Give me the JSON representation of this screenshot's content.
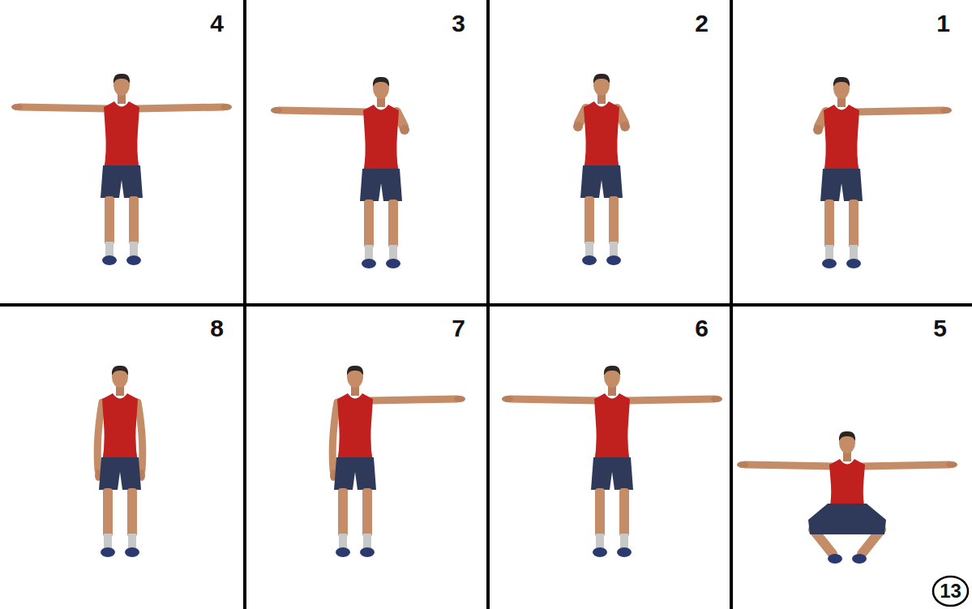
{
  "diagram": {
    "nodes": [
      {
        "text": [
          "13"
        ]
      }
    ],
    "labels": [
      "4",
      "3",
      "2",
      "1",
      "8",
      "7",
      "6",
      "5"
    ]
  }
}
